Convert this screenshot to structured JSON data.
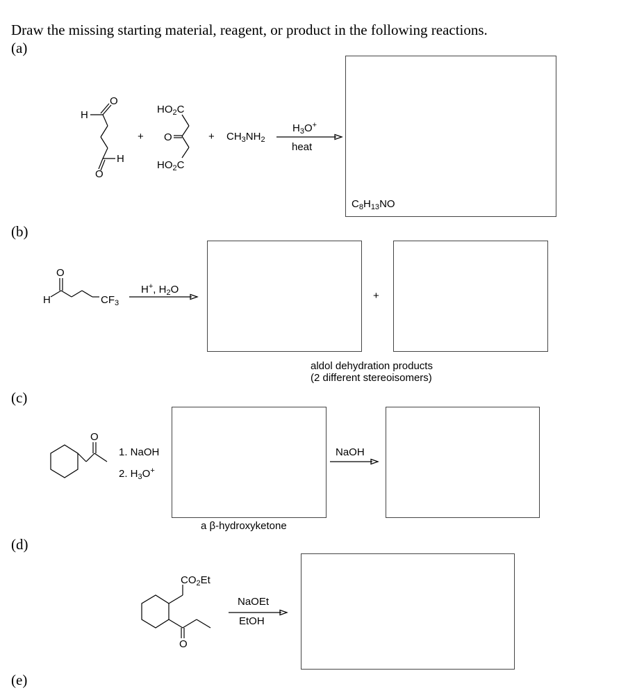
{
  "title": "Draw the missing starting material, reagent, or product in the following reactions.",
  "parts": {
    "a": {
      "label": "(a)",
      "sm1_atoms": {
        "h_top": "H",
        "o_top": "O",
        "h_bottom": "H",
        "o_bottom": "O"
      },
      "plus1": "+",
      "sm2": {
        "top": "HO",
        "top_sub": "2",
        "top_end": "C",
        "o": "O",
        "bottom": "HO",
        "bottom_sub": "2",
        "bottom_end": "C"
      },
      "plus2": "+",
      "amine": {
        "a": "CH",
        "a_sub": "3",
        "b": "NH",
        "b_sub": "2"
      },
      "reagent_top": {
        "a": "H",
        "a_sub": "3",
        "b": "O",
        "b_sup": "+"
      },
      "reagent_bottom": "heat",
      "formula": {
        "a": "C",
        "a_sub": "8",
        "b": "H",
        "b_sub": "13",
        "c": "NO"
      }
    },
    "b": {
      "label": "(b)",
      "sm_atoms": {
        "h": "H",
        "o": "O",
        "cf": "CF",
        "cf_sub": "3"
      },
      "reagent": {
        "a": "H",
        "a_sup": "+",
        "b": ", H",
        "b_sub": "2",
        "c": "O"
      },
      "plus": "+",
      "caption_line1": "aldol dehydration products",
      "caption_line2": "(2 different stereoisomers)"
    },
    "c": {
      "label": "(c)",
      "sm_atoms": {
        "o": "O"
      },
      "reagent_line1": "1. NaOH",
      "reagent_line2": {
        "a": "2. H",
        "a_sub": "3",
        "b": "O",
        "b_sup": "+"
      },
      "caption": "a β-hydroxyketone",
      "reagent2": "NaOH"
    },
    "d": {
      "label": "(d)",
      "sm_atoms": {
        "ester": "CO",
        "ester_sub": "2",
        "ester_end": "Et",
        "o": "O"
      },
      "reagent_top": "NaOEt",
      "reagent_bottom": "EtOH"
    },
    "e": {
      "label": "(e)"
    }
  }
}
